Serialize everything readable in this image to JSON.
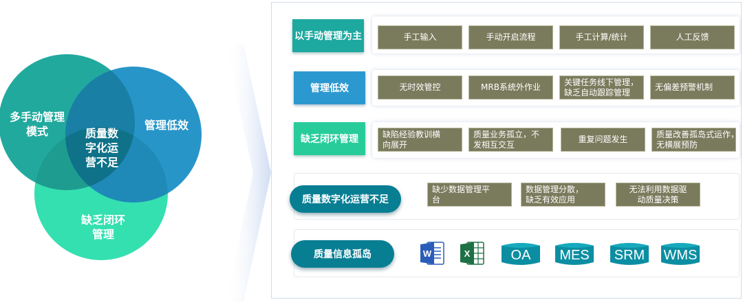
{
  "venn": {
    "left": "多手动管理\n模式",
    "right": "管理低效",
    "bottom": "缺乏闭环\n管理",
    "center": "质量数\n字化运\n营不足"
  },
  "rows": [
    {
      "category": "以手动管理为主",
      "items": [
        "手工输入",
        "手动开启流程",
        "手工计算/统计",
        "人工反馈"
      ]
    },
    {
      "category": "管理低效",
      "items": [
        "无时效管控",
        "MRB系统外作业",
        "关键任务线下管理，\n缺乏自动跟踪管理",
        "无偏差预警机制"
      ]
    },
    {
      "category": "缺乏闭环管理",
      "items": [
        "缺陷经验教训横\n向展开",
        "质量业务孤立，不\n发相互交互",
        "重复问题发生",
        "质量改善孤岛式运作，\n无横展预防"
      ]
    },
    {
      "category": "质量数字化运营不足",
      "items": [
        "缺少数据管理平\n台",
        "数据管理分散，\n缺乏有效应用",
        "无法利用数据驱\n动质量决策"
      ]
    },
    {
      "category": "质量信息孤岛",
      "tools": [
        "word-icon",
        "excel-icon",
        "OA",
        "MES",
        "SRM",
        "WMS"
      ]
    }
  ],
  "colors": {
    "teal": "#1da8a0",
    "blue": "#2c98d0",
    "green": "#27cc9a",
    "deep_teal": "#087e93",
    "chip": "#7a7a5d",
    "word": "#2b5cb8",
    "excel": "#1e7145"
  }
}
